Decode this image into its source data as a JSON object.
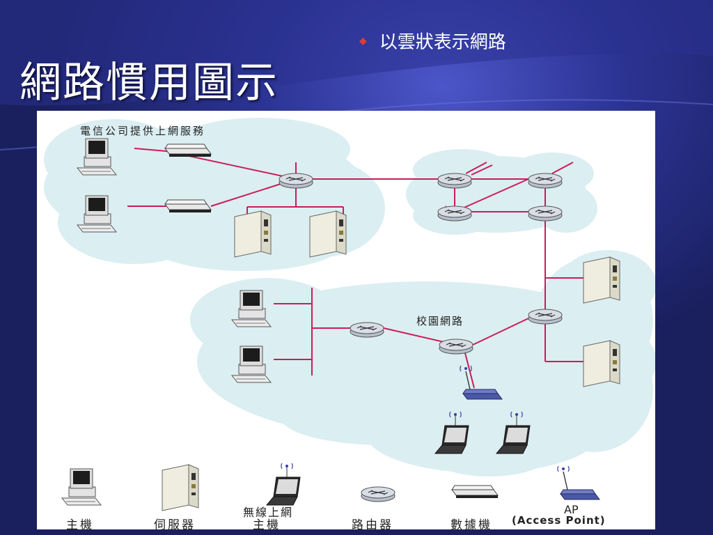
{
  "slide": {
    "title": "網路慣用圖示",
    "bullet": "以雲狀表示網路"
  },
  "diagram": {
    "isp_cloud_label": "電信公司提供上網服務",
    "campus_label": "校園網路",
    "legend": {
      "host": "主機",
      "server": "伺服器",
      "wireless_host_line1": "無線上網",
      "wireless_host_line2": "主機",
      "router": "路由器",
      "modem": "數據機",
      "ap_line1": "AP",
      "ap_line2": "(Access Point)"
    }
  },
  "colors": {
    "background": "#1e2466",
    "link": "#cc1a5a",
    "cloud": "#dbeef2",
    "bullet_marker": "#e03b3b"
  }
}
